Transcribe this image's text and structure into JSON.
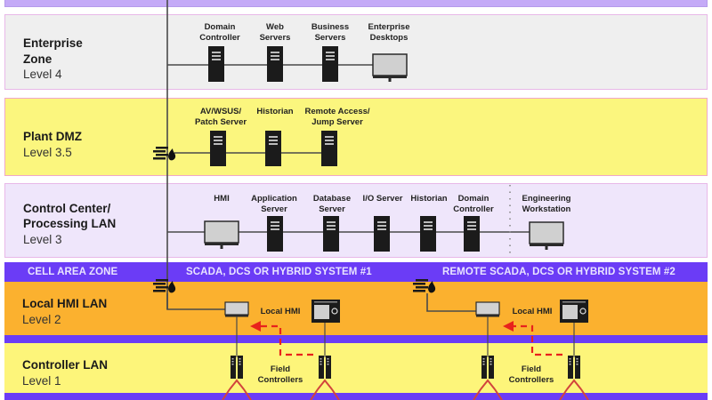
{
  "zones": {
    "enterprise": {
      "title_line1": "Enterprise",
      "title_line2": "Zone",
      "level": "Level 4",
      "devices": [
        {
          "label_line1": "Domain",
          "label_line2": "Controller",
          "icon": "server-icon"
        },
        {
          "label_line1": "Web",
          "label_line2": "Servers",
          "icon": "server-icon"
        },
        {
          "label_line1": "Business",
          "label_line2": "Servers",
          "icon": "server-icon"
        },
        {
          "label_line1": "Enterprise",
          "label_line2": "Desktops",
          "icon": "desktop-monitor-icon"
        }
      ]
    },
    "plant_dmz": {
      "title": "Plant DMZ",
      "level": "Level 3.5",
      "devices": [
        {
          "label_line1": "AV/WSUS/",
          "label_line2": "Patch Server",
          "icon": "server-icon"
        },
        {
          "label_line1": "Historian",
          "label_line2": "",
          "icon": "server-icon"
        },
        {
          "label_line1": "Remote Access/",
          "label_line2": "Jump Server",
          "icon": "server-icon"
        }
      ]
    },
    "control_center": {
      "title_line1": "Control Center/",
      "title_line2": "Processing LAN",
      "level": "Level 3",
      "devices": [
        {
          "label_line1": "HMI",
          "label_line2": "",
          "icon": "desktop-monitor-icon"
        },
        {
          "label_line1": "Application",
          "label_line2": "Server",
          "icon": "server-icon"
        },
        {
          "label_line1": "Database",
          "label_line2": "Server",
          "icon": "server-icon"
        },
        {
          "label_line1": "I/O Server",
          "label_line2": "",
          "icon": "server-icon"
        },
        {
          "label_line1": "Historian",
          "label_line2": "",
          "icon": "server-icon"
        },
        {
          "label_line1": "Domain",
          "label_line2": "Controller",
          "icon": "server-icon"
        },
        {
          "label_line1": "Engineering",
          "label_line2": "Workstation",
          "icon": "desktop-monitor-icon"
        }
      ]
    },
    "cell_area": {
      "label": "CELL AREA ZONE",
      "system1": "SCADA, DCS OR HYBRID SYSTEM #1",
      "system2": "REMOTE SCADA, DCS OR HYBRID SYSTEM #2"
    },
    "local_hmi_lan": {
      "title": "Local HMI LAN",
      "level": "Level 2",
      "local_hmi_label": "Local HMI"
    },
    "controller_lan": {
      "title": "Controller LAN",
      "level": "Level 1",
      "field_controllers_line1": "Field",
      "field_controllers_line2": "Controllers"
    }
  },
  "colors": {
    "top_band": "#c4aaf7",
    "enterprise_bg": "#efefef",
    "dmz_bg": "#fbf67e",
    "control_center_bg": "#efe6fb",
    "cell_bar": "#6b3cf6",
    "level2_bg": "#fbb12f",
    "level1_bg": "#fdf57a",
    "dashed_arrow": "#e8221c"
  }
}
